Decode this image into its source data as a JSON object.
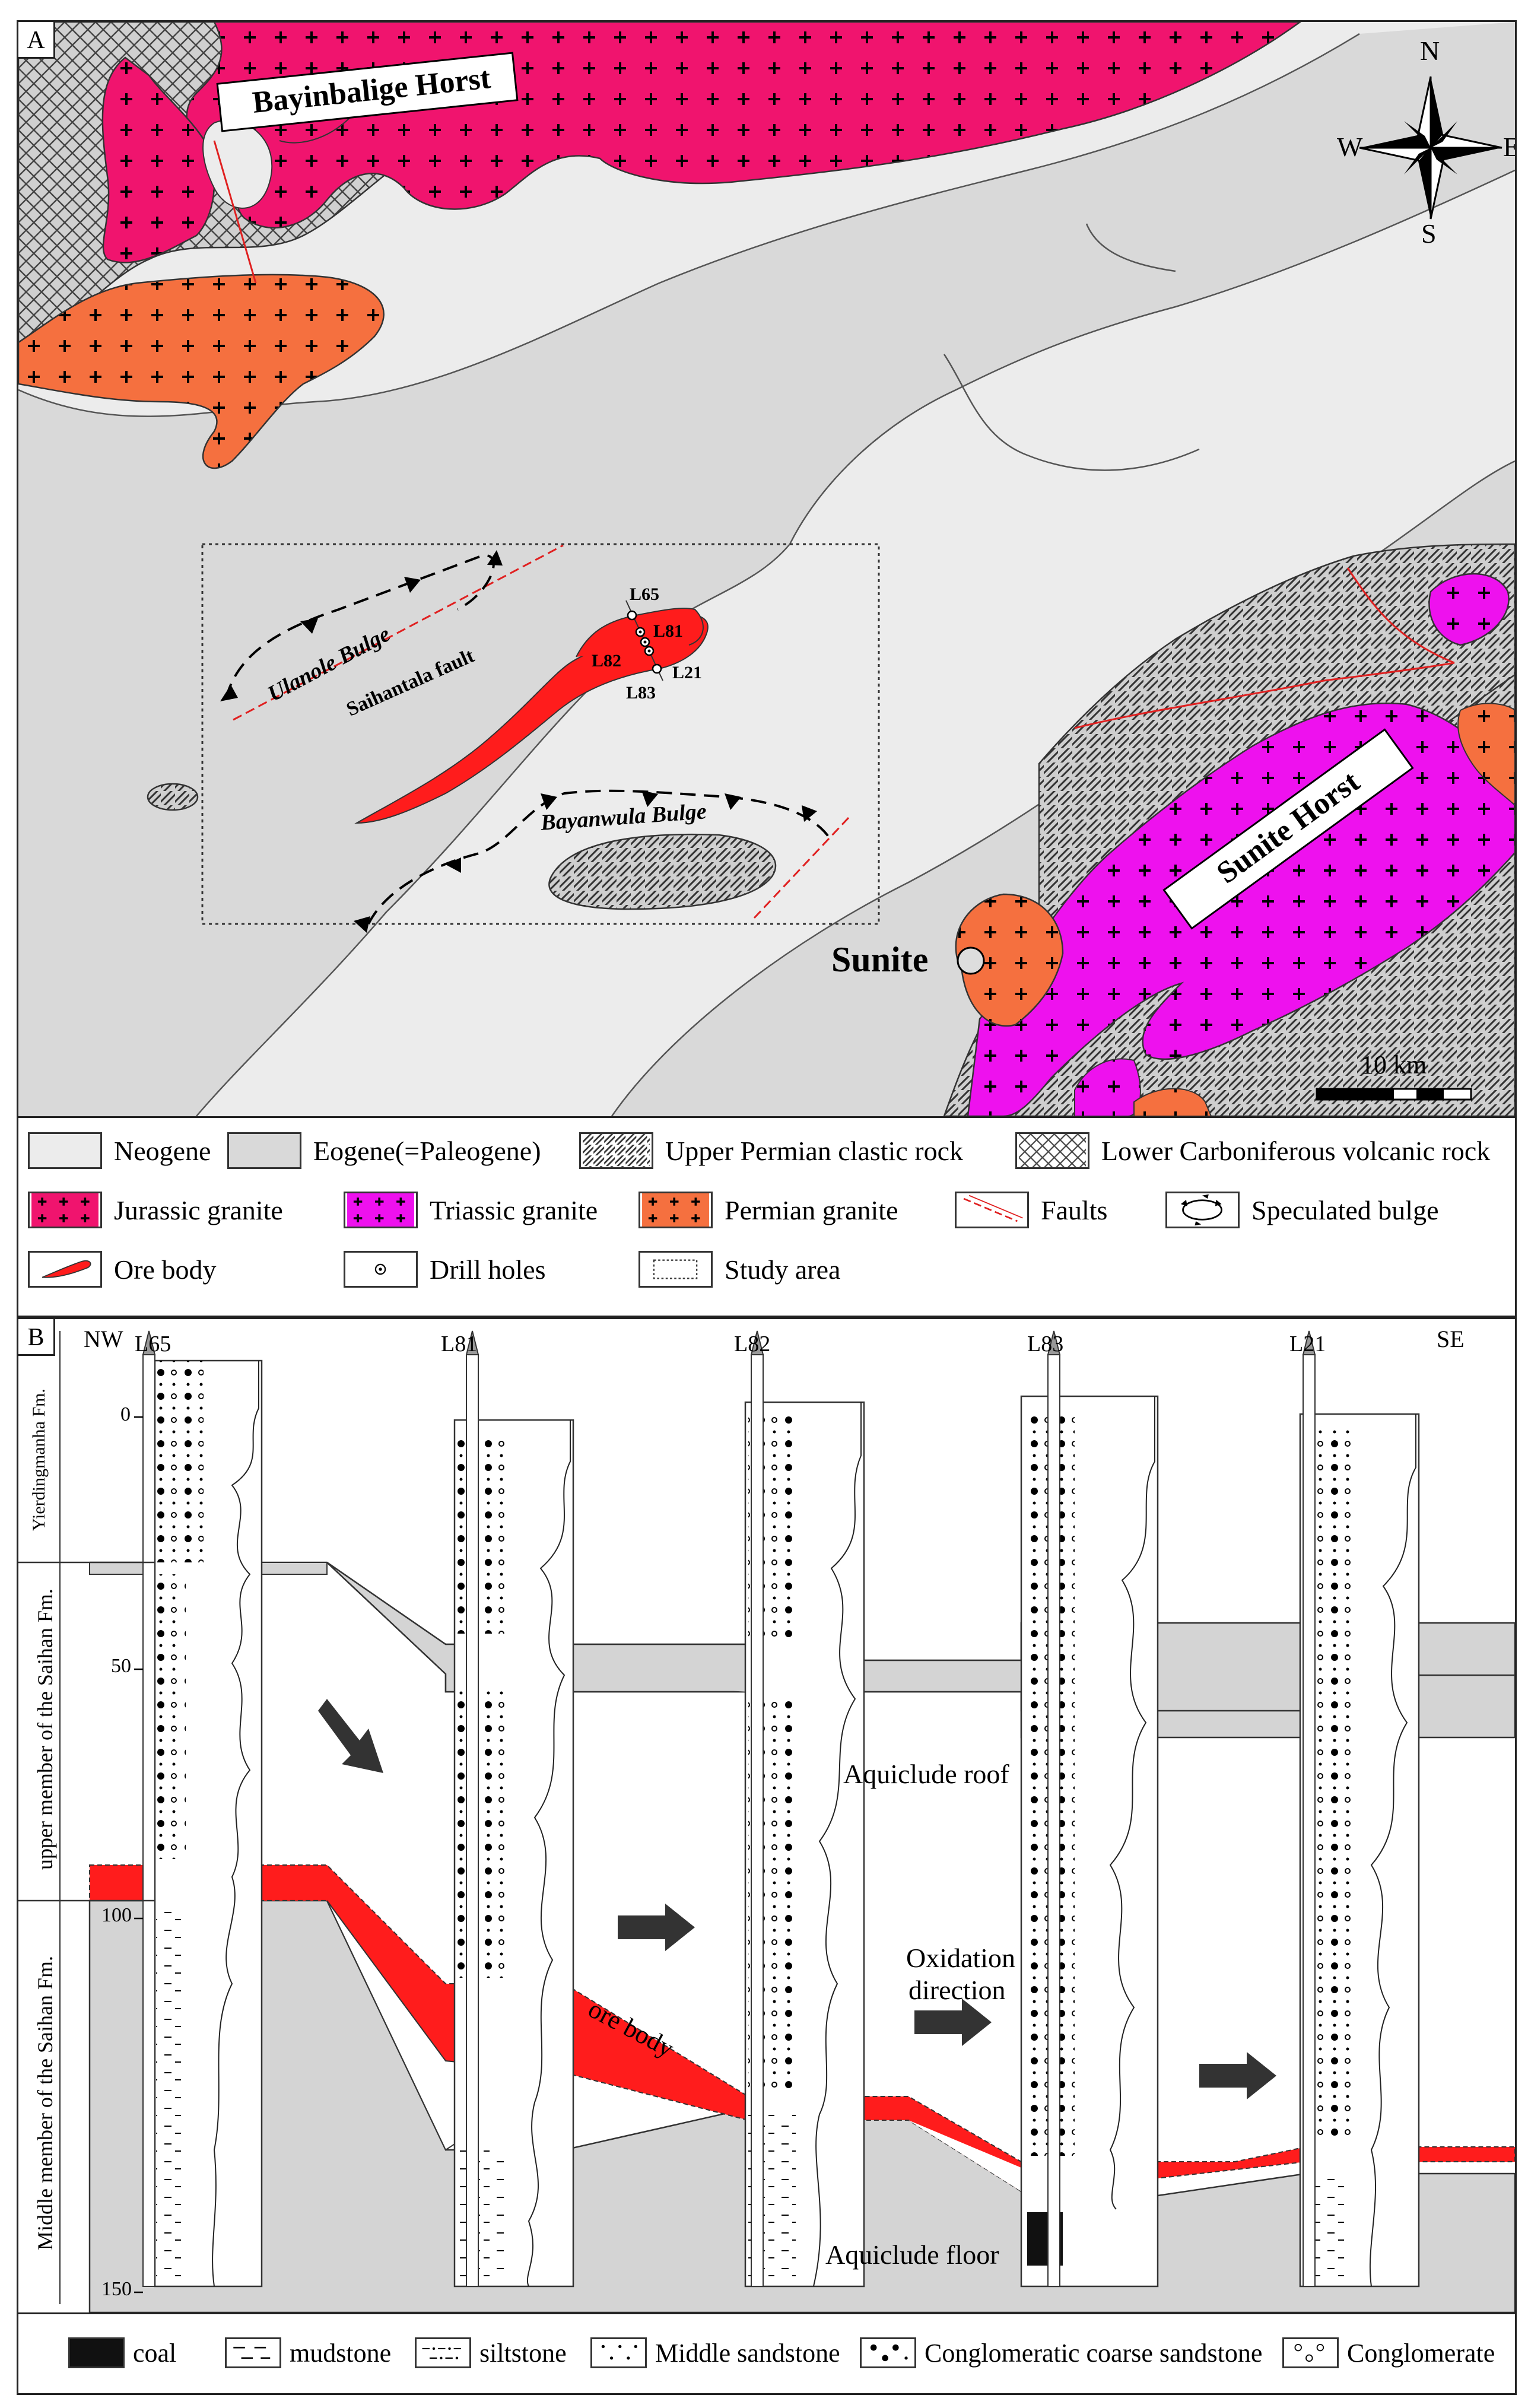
{
  "panel_a": {
    "label": "A",
    "compass": {
      "n": "N",
      "s": "S",
      "e": "E",
      "w": "W"
    },
    "horst_north": "Bayinbalige Horst",
    "horst_south": "Sunite Horst",
    "bulge_north": "Ulanole Bulge",
    "bulge_south": "Bayanwula Bulge",
    "fault_label": "Saihantala fault",
    "town": "Sunite",
    "scale_label": "10 km",
    "drill_holes": [
      "L65",
      "L81",
      "L82",
      "L83",
      "L21"
    ]
  },
  "legend_a": {
    "items": [
      {
        "label": "Neogene",
        "pattern": "plain-light"
      },
      {
        "label": "Eogene(=Paleogene)",
        "pattern": "plain-grey"
      },
      {
        "label": "Upper Permian clastic rock",
        "pattern": "diagonal"
      },
      {
        "label": "Lower Carboniferous volcanic rock",
        "pattern": "cross-hatch"
      },
      {
        "label": "Jurassic granite",
        "pattern": "plus-crimson"
      },
      {
        "label": "Triassic granite",
        "pattern": "plus-magenta"
      },
      {
        "label": "Permian granite",
        "pattern": "plus-orange"
      },
      {
        "label": "Faults",
        "pattern": "red-dashed-line"
      },
      {
        "label": "Speculated bulge",
        "pattern": "bulge-symbol"
      },
      {
        "label": "Ore body",
        "pattern": "red-lens"
      },
      {
        "label": "Drill holes",
        "pattern": "circle-dot"
      },
      {
        "label": "Study area",
        "pattern": "dotted-box"
      }
    ],
    "colors": {
      "jurassic": "#f0146e",
      "triassic": "#ee11ee",
      "permian": "#f5703f",
      "ore": "#ff1c1c",
      "eogene": "#d9d9d9",
      "neogene": "#ececec"
    }
  },
  "panel_b": {
    "label": "B",
    "nw": "NW",
    "se": "SE",
    "wells": [
      "L65",
      "L81",
      "L82",
      "L83",
      "L21"
    ],
    "depth_ticks": [
      "0",
      "50",
      "100",
      "150"
    ],
    "formation_top": "Yierdingmanha Fm.",
    "formation_upper": "upper member of the Saihan Fm.",
    "formation_middle": "Middle member of the Saihan  Fm.",
    "aquiclude_roof": "Aquiclude roof",
    "aquiclude_floor": "Aquiclude floor",
    "ore_body": "ore body",
    "oxidation_line1": "Oxidation",
    "oxidation_line2": "direction"
  },
  "legend_b": {
    "items": [
      {
        "label": "coal",
        "pattern": "black"
      },
      {
        "label": "mudstone",
        "pattern": "dashes"
      },
      {
        "label": "siltstone",
        "pattern": "dash-dots"
      },
      {
        "label": "Middle sandstone",
        "pattern": "dots"
      },
      {
        "label": "Conglomeratic coarse sandstone",
        "pattern": "large-dots"
      },
      {
        "label": "Conglomerate",
        "pattern": "circles"
      }
    ]
  }
}
